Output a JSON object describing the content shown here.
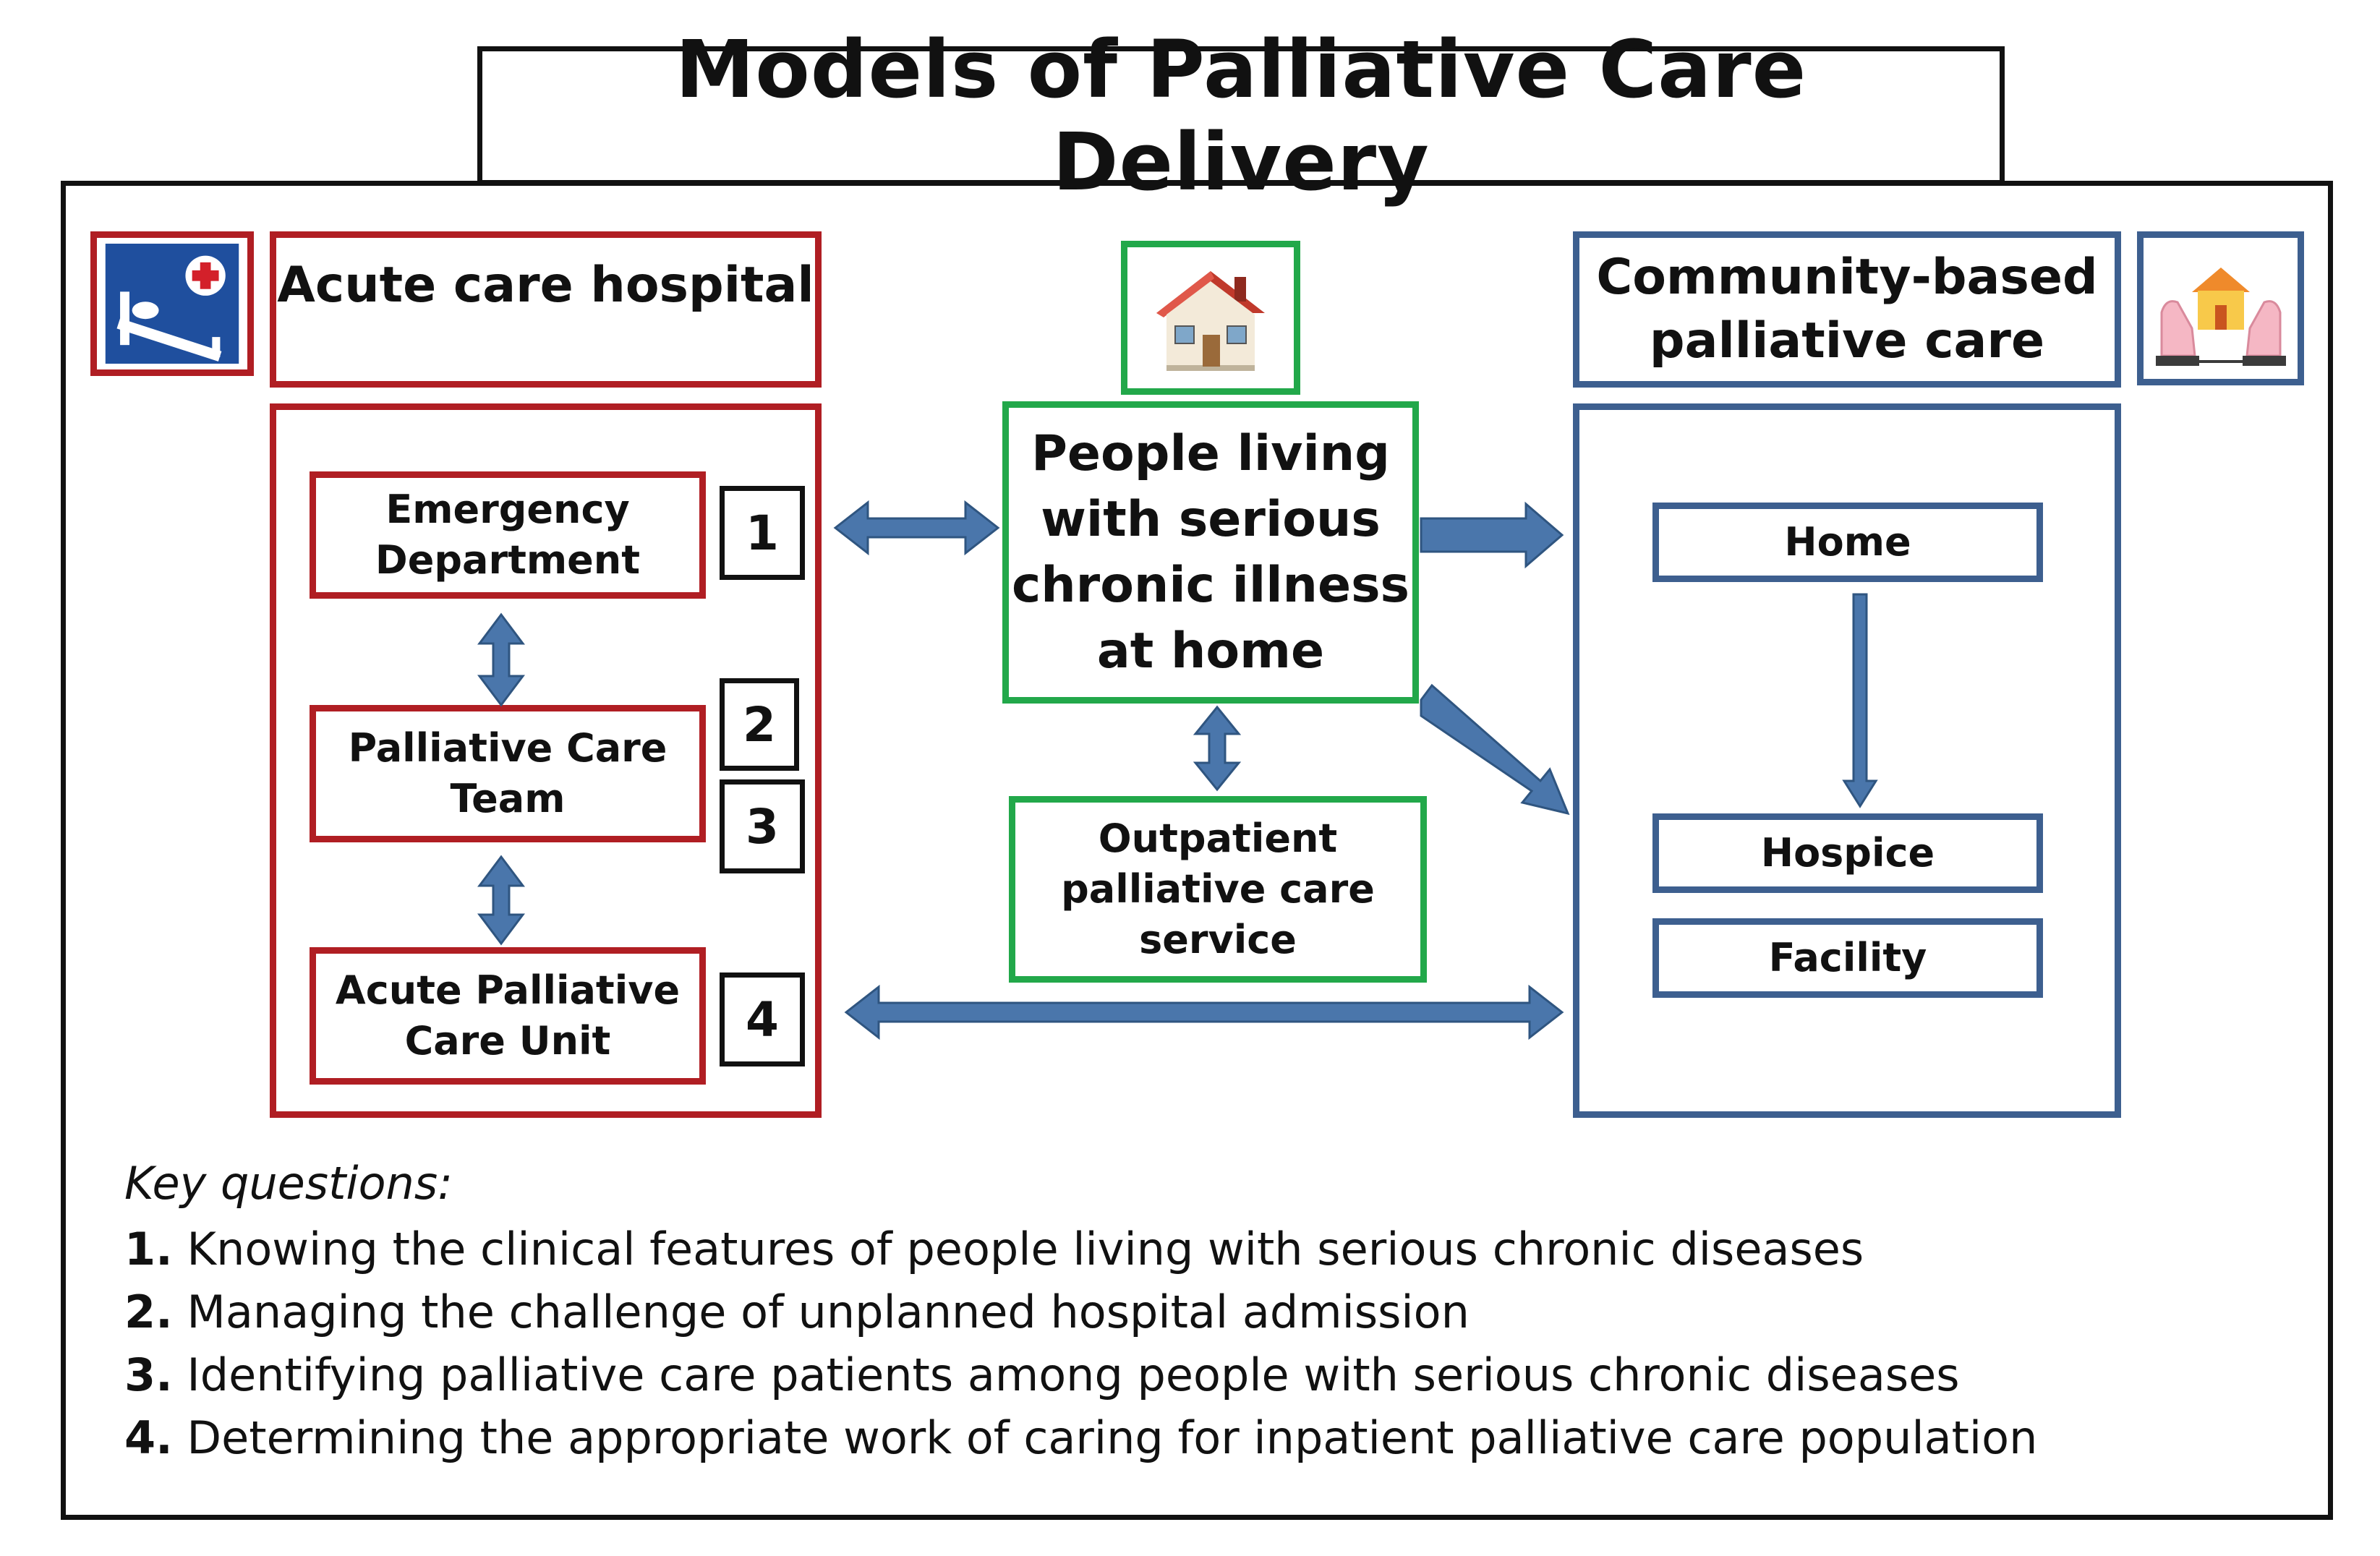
{
  "title": "Models of Palliative Care Delivery",
  "hospital": {
    "title": "Acute care hospital",
    "units": [
      "Emergency\nDepartment",
      "Palliative Care\nTeam",
      "Acute Palliative\nCare Unit"
    ],
    "numbers": [
      "1",
      "2",
      "3",
      "4"
    ],
    "icon": "hospital-bed-icon"
  },
  "center": {
    "people": "People living\nwith serious\nchronic illness\nat home",
    "outpatient": "Outpatient\npalliative care\nservice",
    "icon": "house-icon"
  },
  "community": {
    "title": "Community-based\npalliative care",
    "items": [
      "Home",
      "Hospice",
      "Facility"
    ],
    "icon": "hands-house-icon"
  },
  "key_questions": {
    "heading": "Key questions:",
    "items": [
      {
        "num": "1.",
        "text": "Knowing the clinical features of people living with serious chronic diseases"
      },
      {
        "num": "2.",
        "text": "Managing the challenge of unplanned hospital admission"
      },
      {
        "num": "3.",
        "text": "Identifying palliative care patients among people with serious chronic diseases"
      },
      {
        "num": "4.",
        "text": "Determining the appropriate work of caring for inpatient palliative care population"
      }
    ]
  },
  "colors": {
    "red": "#b01e23",
    "green": "#22a84a",
    "blue": "#3d5f8f",
    "arrow": "#4a76ab"
  }
}
